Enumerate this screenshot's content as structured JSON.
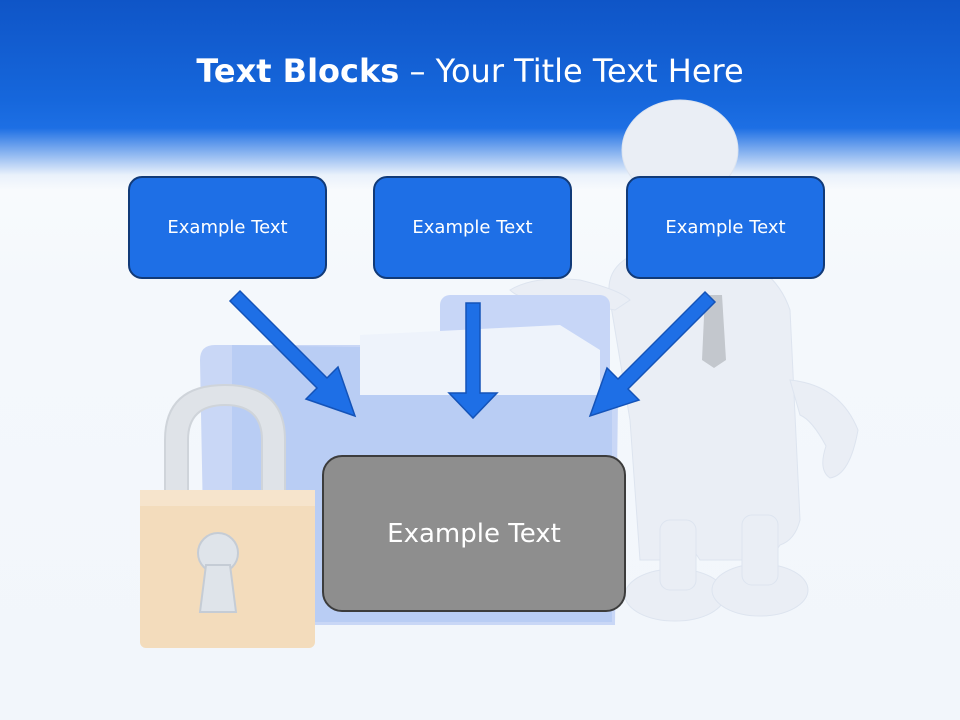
{
  "slide": {
    "title_bold": "Text Blocks",
    "title_dash": " – ",
    "title_rest": "Your Title Text Here"
  },
  "blocks": [
    {
      "label": "Example Text"
    },
    {
      "label": "Example Text"
    },
    {
      "label": "Example Text"
    }
  ],
  "center_block": {
    "label": "Example Text"
  },
  "icons": [
    "padlock-icon",
    "folder-icon",
    "person-figure-icon",
    "arrow-down-icon"
  ],
  "colors": {
    "header_blue": "#1667dc",
    "block_blue": "#1e6fe6",
    "block_border": "#113a78",
    "center_gray": "#8e8e8e",
    "arrow_blue": "#1e6fe6"
  }
}
